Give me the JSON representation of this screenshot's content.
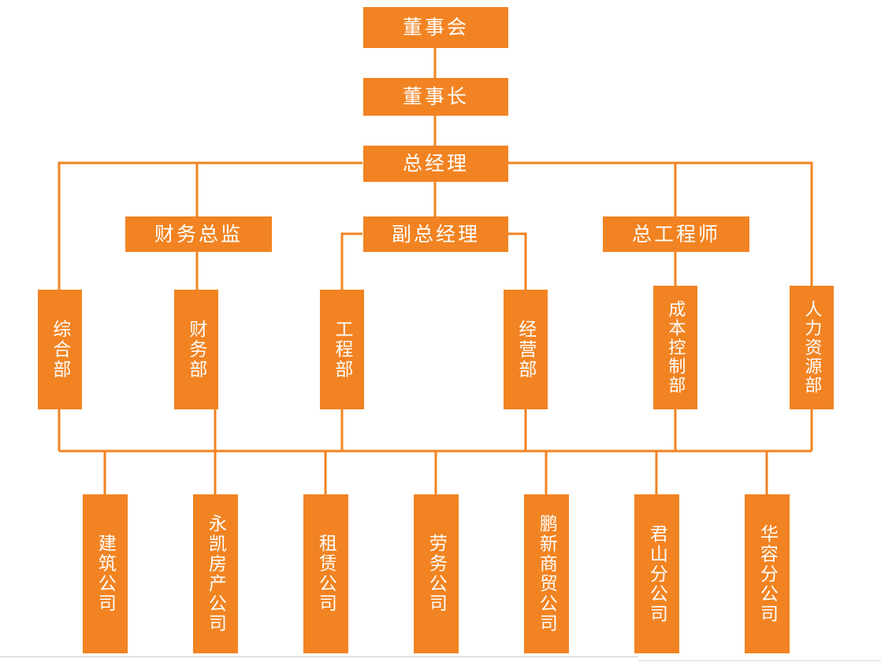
{
  "chart_data": {
    "type": "diagram",
    "title": "公司组织架构图",
    "accent_color": "#F28322",
    "text_color": "#FFFFFF",
    "background_color": "#FFFFFF",
    "orientation": "top-down",
    "levels": [
      {
        "level": 1,
        "nodes": [
          "董事会"
        ]
      },
      {
        "level": 2,
        "nodes": [
          "董事长"
        ]
      },
      {
        "level": 3,
        "nodes": [
          "总经理"
        ]
      },
      {
        "level": 4,
        "nodes": [
          "财务总监",
          "副总经理",
          "总工程师"
        ]
      },
      {
        "level": 5,
        "nodes": [
          "综合部",
          "财务部",
          "工程部",
          "经营部",
          "成本控制部",
          "人力资源部"
        ]
      },
      {
        "level": 6,
        "nodes": [
          "建筑公司",
          "永凯房产公司",
          "租赁公司",
          "劳务公司",
          "鹏新商贸公司",
          "君山分公司",
          "华容分公司"
        ]
      }
    ],
    "edges": [
      {
        "from": "董事会",
        "to": "董事长"
      },
      {
        "from": "董事长",
        "to": "总经理"
      },
      {
        "from": "总经理",
        "to": "财务总监"
      },
      {
        "from": "总经理",
        "to": "副总经理"
      },
      {
        "from": "总经理",
        "to": "总工程师"
      },
      {
        "from": "总经理",
        "to": "综合部"
      },
      {
        "from": "总经理",
        "to": "人力资源部"
      },
      {
        "from": "财务总监",
        "to": "财务部"
      },
      {
        "from": "副总经理",
        "to": "工程部"
      },
      {
        "from": "副总经理",
        "to": "经营部"
      },
      {
        "from": "总工程师",
        "to": "成本控制部"
      },
      {
        "from": "departments-bus",
        "to": "建筑公司"
      },
      {
        "from": "departments-bus",
        "to": "永凯房产公司"
      },
      {
        "from": "departments-bus",
        "to": "租赁公司"
      },
      {
        "from": "departments-bus",
        "to": "劳务公司"
      },
      {
        "from": "departments-bus",
        "to": "鹏新商贸公司"
      },
      {
        "from": "departments-bus",
        "to": "君山分公司"
      },
      {
        "from": "departments-bus",
        "to": "华容分公司"
      }
    ]
  },
  "nodes": {
    "board": {
      "label": "董事会"
    },
    "chairman": {
      "label": "董事长"
    },
    "general_manager": {
      "label": "总经理"
    },
    "cfo": {
      "label": "财务总监"
    },
    "deputy_general_manager": {
      "label": "副总经理"
    },
    "chief_engineer": {
      "label": "总工程师"
    },
    "dept_general_affairs": {
      "label": "综合部"
    },
    "dept_finance": {
      "label": "财务部"
    },
    "dept_engineering": {
      "label": "工程部"
    },
    "dept_operations": {
      "label": "经营部"
    },
    "dept_cost_control": {
      "label": "成本控制部"
    },
    "dept_human_resources": {
      "label": "人力资源部"
    },
    "co_construction": {
      "label": "建筑公司"
    },
    "co_yongkai_realestate": {
      "label": "永凯房产公司"
    },
    "co_leasing": {
      "label": "租赁公司"
    },
    "co_labor_service": {
      "label": "劳务公司"
    },
    "co_pengxin_trading": {
      "label": "鹏新商贸公司"
    },
    "co_junshan_branch": {
      "label": "君山分公司"
    },
    "co_huarong_branch": {
      "label": "华容分公司"
    }
  }
}
